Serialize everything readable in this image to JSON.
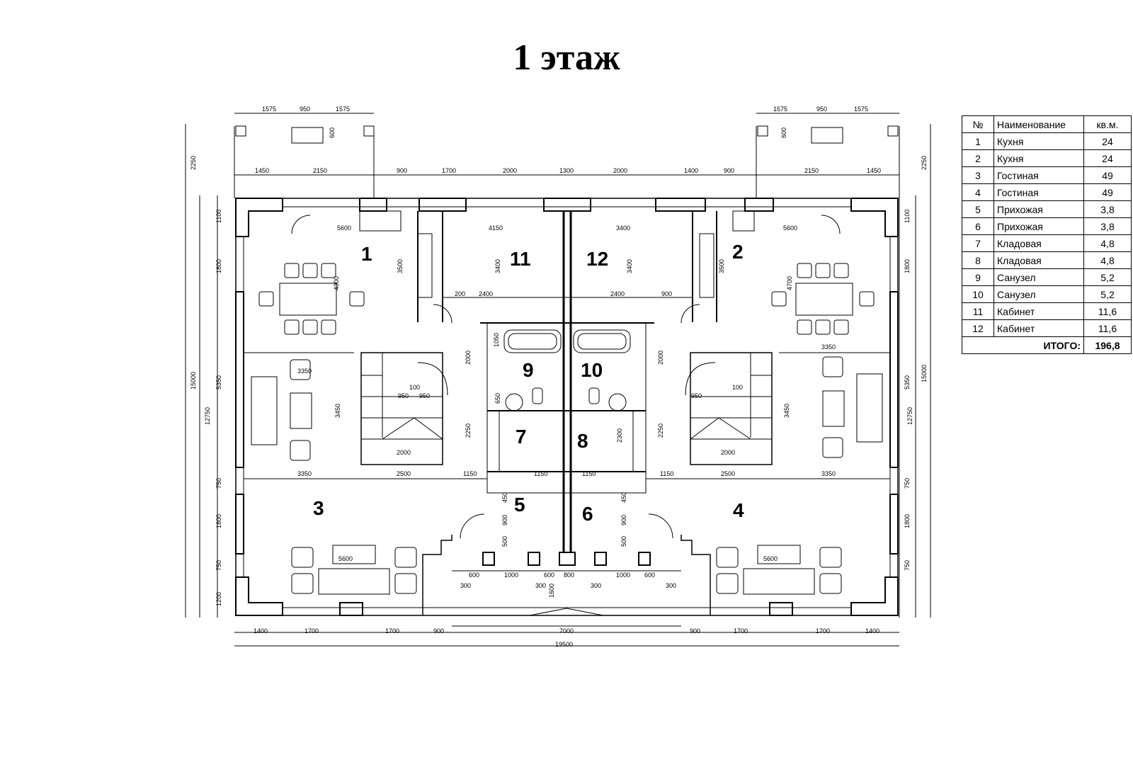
{
  "title": "1 этаж",
  "rooms": [
    {
      "num": "1"
    },
    {
      "num": "2"
    },
    {
      "num": "3"
    },
    {
      "num": "4"
    },
    {
      "num": "5"
    },
    {
      "num": "6"
    },
    {
      "num": "7"
    },
    {
      "num": "8"
    },
    {
      "num": "9"
    },
    {
      "num": "10"
    },
    {
      "num": "11"
    },
    {
      "num": "12"
    }
  ],
  "table": {
    "headers": {
      "num": "№",
      "name": "Наименование",
      "area": "кв.м."
    },
    "rows": [
      {
        "num": "1",
        "name": "Кухня",
        "area": "24"
      },
      {
        "num": "2",
        "name": "Кухня",
        "area": "24"
      },
      {
        "num": "3",
        "name": "Гостиная",
        "area": "49"
      },
      {
        "num": "4",
        "name": "Гостиная",
        "area": "49"
      },
      {
        "num": "5",
        "name": "Прихожая",
        "area": "3,8"
      },
      {
        "num": "6",
        "name": "Прихожая",
        "area": "3,8"
      },
      {
        "num": "7",
        "name": "Кладовая",
        "area": "4,8"
      },
      {
        "num": "8",
        "name": "Кладовая",
        "area": "4,8"
      },
      {
        "num": "9",
        "name": "Санузел",
        "area": "5,2"
      },
      {
        "num": "10",
        "name": "Санузел",
        "area": "5,2"
      },
      {
        "num": "11",
        "name": "Кабинет",
        "area": "11,6"
      },
      {
        "num": "12",
        "name": "Кабинет",
        "area": "11,6"
      }
    ],
    "total_label": "ИТОГО:",
    "total_value": "196,8"
  },
  "dims": {
    "d1575": "1575",
    "d950": "950",
    "d600": "600",
    "d2250": "2250",
    "d1450": "1450",
    "d2150": "2150",
    "d900": "900",
    "d1700": "1700",
    "d2000": "2000",
    "d1300": "1300",
    "d1400": "1400",
    "d1100": "1100",
    "d5600": "5600",
    "d4150": "4150",
    "d3400": "3400",
    "d3500": "3500",
    "d1800": "1800",
    "d4300": "4300",
    "d4700": "4700",
    "d2400": "2400",
    "d100": "100",
    "d200": "200",
    "d3350": "3350",
    "d5350": "5350",
    "d15000": "15000",
    "d12750": "12750",
    "d3450": "3450",
    "d2250b": "2250",
    "d2500": "2500",
    "d1150": "1150",
    "d750": "750",
    "d1200": "1200",
    "d800": "800",
    "d1000": "1000",
    "d300": "300",
    "d7000": "7000",
    "d19500": "19500",
    "d1050": "1050",
    "d450": "450",
    "d500": "500",
    "d2300": "2300",
    "d650": "650",
    "d1600": "1600"
  },
  "colors": {
    "line": "#000000",
    "background": "#ffffff"
  }
}
